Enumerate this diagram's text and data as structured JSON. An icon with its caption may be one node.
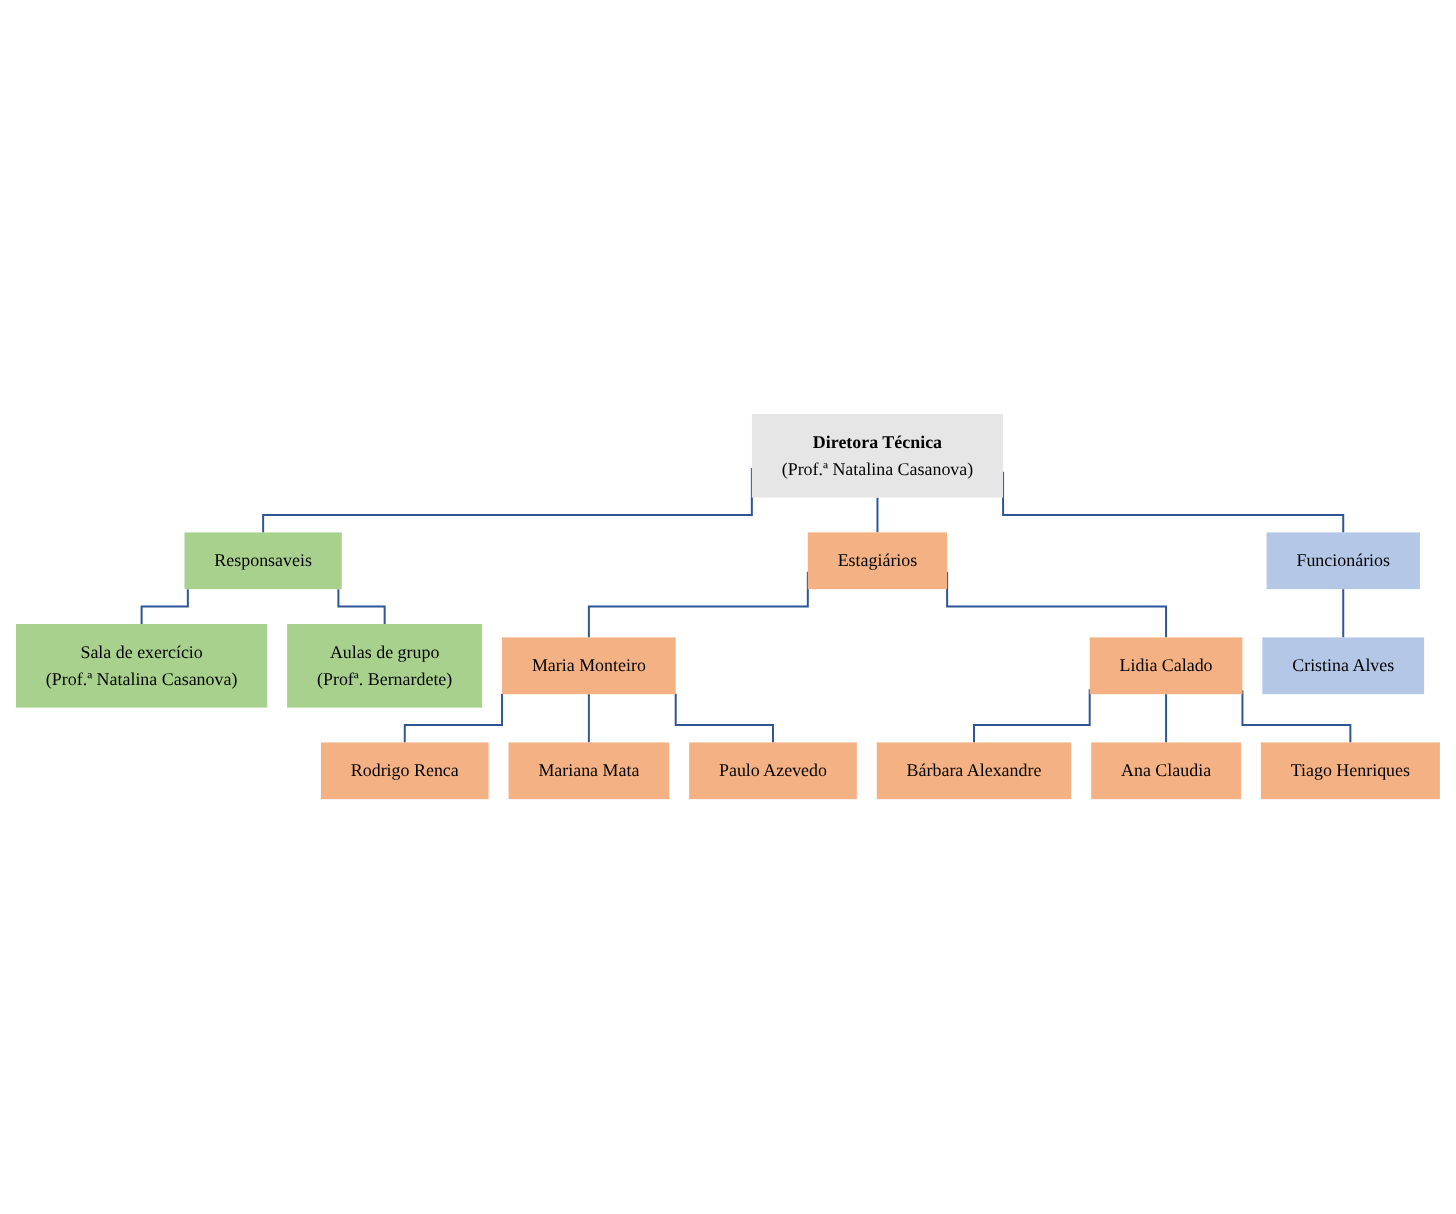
{
  "diagram": {
    "nodes": [
      {
        "text": [
          "Diretora Técnica",
          "(Prof.ª Natalina Casanova)"
        ]
      },
      {
        "text": [
          "Responsaveis"
        ]
      },
      {
        "text": [
          "Estagiários"
        ]
      },
      {
        "text": [
          "Funcionários"
        ]
      },
      {
        "text": [
          "Sala de exercício",
          "(Prof.ª Natalina Casanova)"
        ]
      },
      {
        "text": [
          "Aulas de grupo",
          "(Profª. Bernardete)"
        ]
      },
      {
        "text": [
          "Maria Monteiro"
        ]
      },
      {
        "text": [
          "Lidia Calado"
        ]
      },
      {
        "text": [
          "Cristina Alves"
        ]
      },
      {
        "text": [
          "Rodrigo Renca"
        ]
      },
      {
        "text": [
          "Mariana Mata"
        ]
      },
      {
        "text": [
          "Paulo Azevedo"
        ]
      },
      {
        "text": [
          "Bárbara Alexandre"
        ]
      },
      {
        "text": [
          "Ana Claudia"
        ]
      },
      {
        "text": [
          "Tiago Henriques"
        ]
      }
    ],
    "edges": [
      {
        "from": 0,
        "to": 1,
        "arrow": "none"
      },
      {
        "from": 0,
        "to": 2,
        "arrow": "none"
      },
      {
        "from": 0,
        "to": 3,
        "arrow": "none"
      },
      {
        "from": 1,
        "to": 4,
        "arrow": "none"
      },
      {
        "from": 1,
        "to": 5,
        "arrow": "none"
      },
      {
        "from": 2,
        "to": 6,
        "arrow": "none"
      },
      {
        "from": 2,
        "to": 7,
        "arrow": "none"
      },
      {
        "from": 3,
        "to": 8,
        "arrow": "none"
      },
      {
        "from": 6,
        "to": 9,
        "arrow": "none"
      },
      {
        "from": 6,
        "to": 10,
        "arrow": "none"
      },
      {
        "from": 6,
        "to": 11,
        "arrow": "none"
      },
      {
        "from": 7,
        "to": 12,
        "arrow": "none"
      },
      {
        "from": 7,
        "to": 13,
        "arrow": "none"
      },
      {
        "from": 7,
        "to": 14,
        "arrow": "none"
      }
    ]
  }
}
